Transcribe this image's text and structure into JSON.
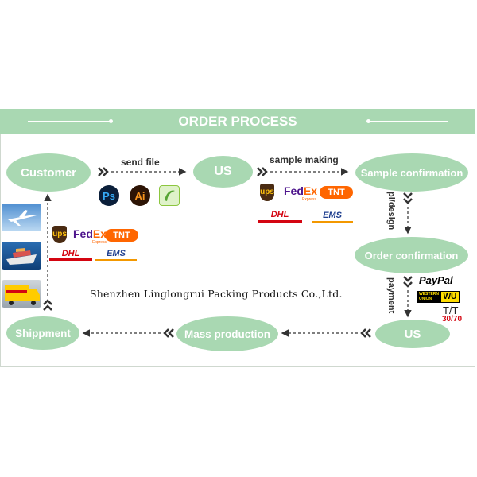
{
  "title": "ORDER PROCESS",
  "nodes": {
    "customer": "Customer",
    "us_top": "US",
    "sample_confirmation": "Sample confirmation",
    "order_confirmation": "Order confirmation",
    "us_bottom": "US",
    "mass_production": "Mass production",
    "shippment": "Shippment"
  },
  "edge_labels": {
    "send_file": "send file",
    "sample_making": "sample making",
    "pl_design": "pl/design",
    "payment": "payment"
  },
  "company": "Shenzhen Linglongrui Packing Products Co.,Ltd.",
  "software_icons": [
    "Ps",
    "Ai"
  ],
  "courier_logos": {
    "ups": "ups",
    "fedex": "FedEx",
    "fedex_sub": "Express",
    "tnt": "TNT",
    "dhl": "DHL",
    "ems": "EMS"
  },
  "payment_logos": {
    "paypal": "PayPal",
    "western_union": "WESTERN UNION",
    "wu": "WU",
    "tt": "T/T",
    "tt_terms": "30/70"
  },
  "colors": {
    "node_fill": "#a9d8b2",
    "banner": "#a9d8b2",
    "arrow": "#333333"
  }
}
